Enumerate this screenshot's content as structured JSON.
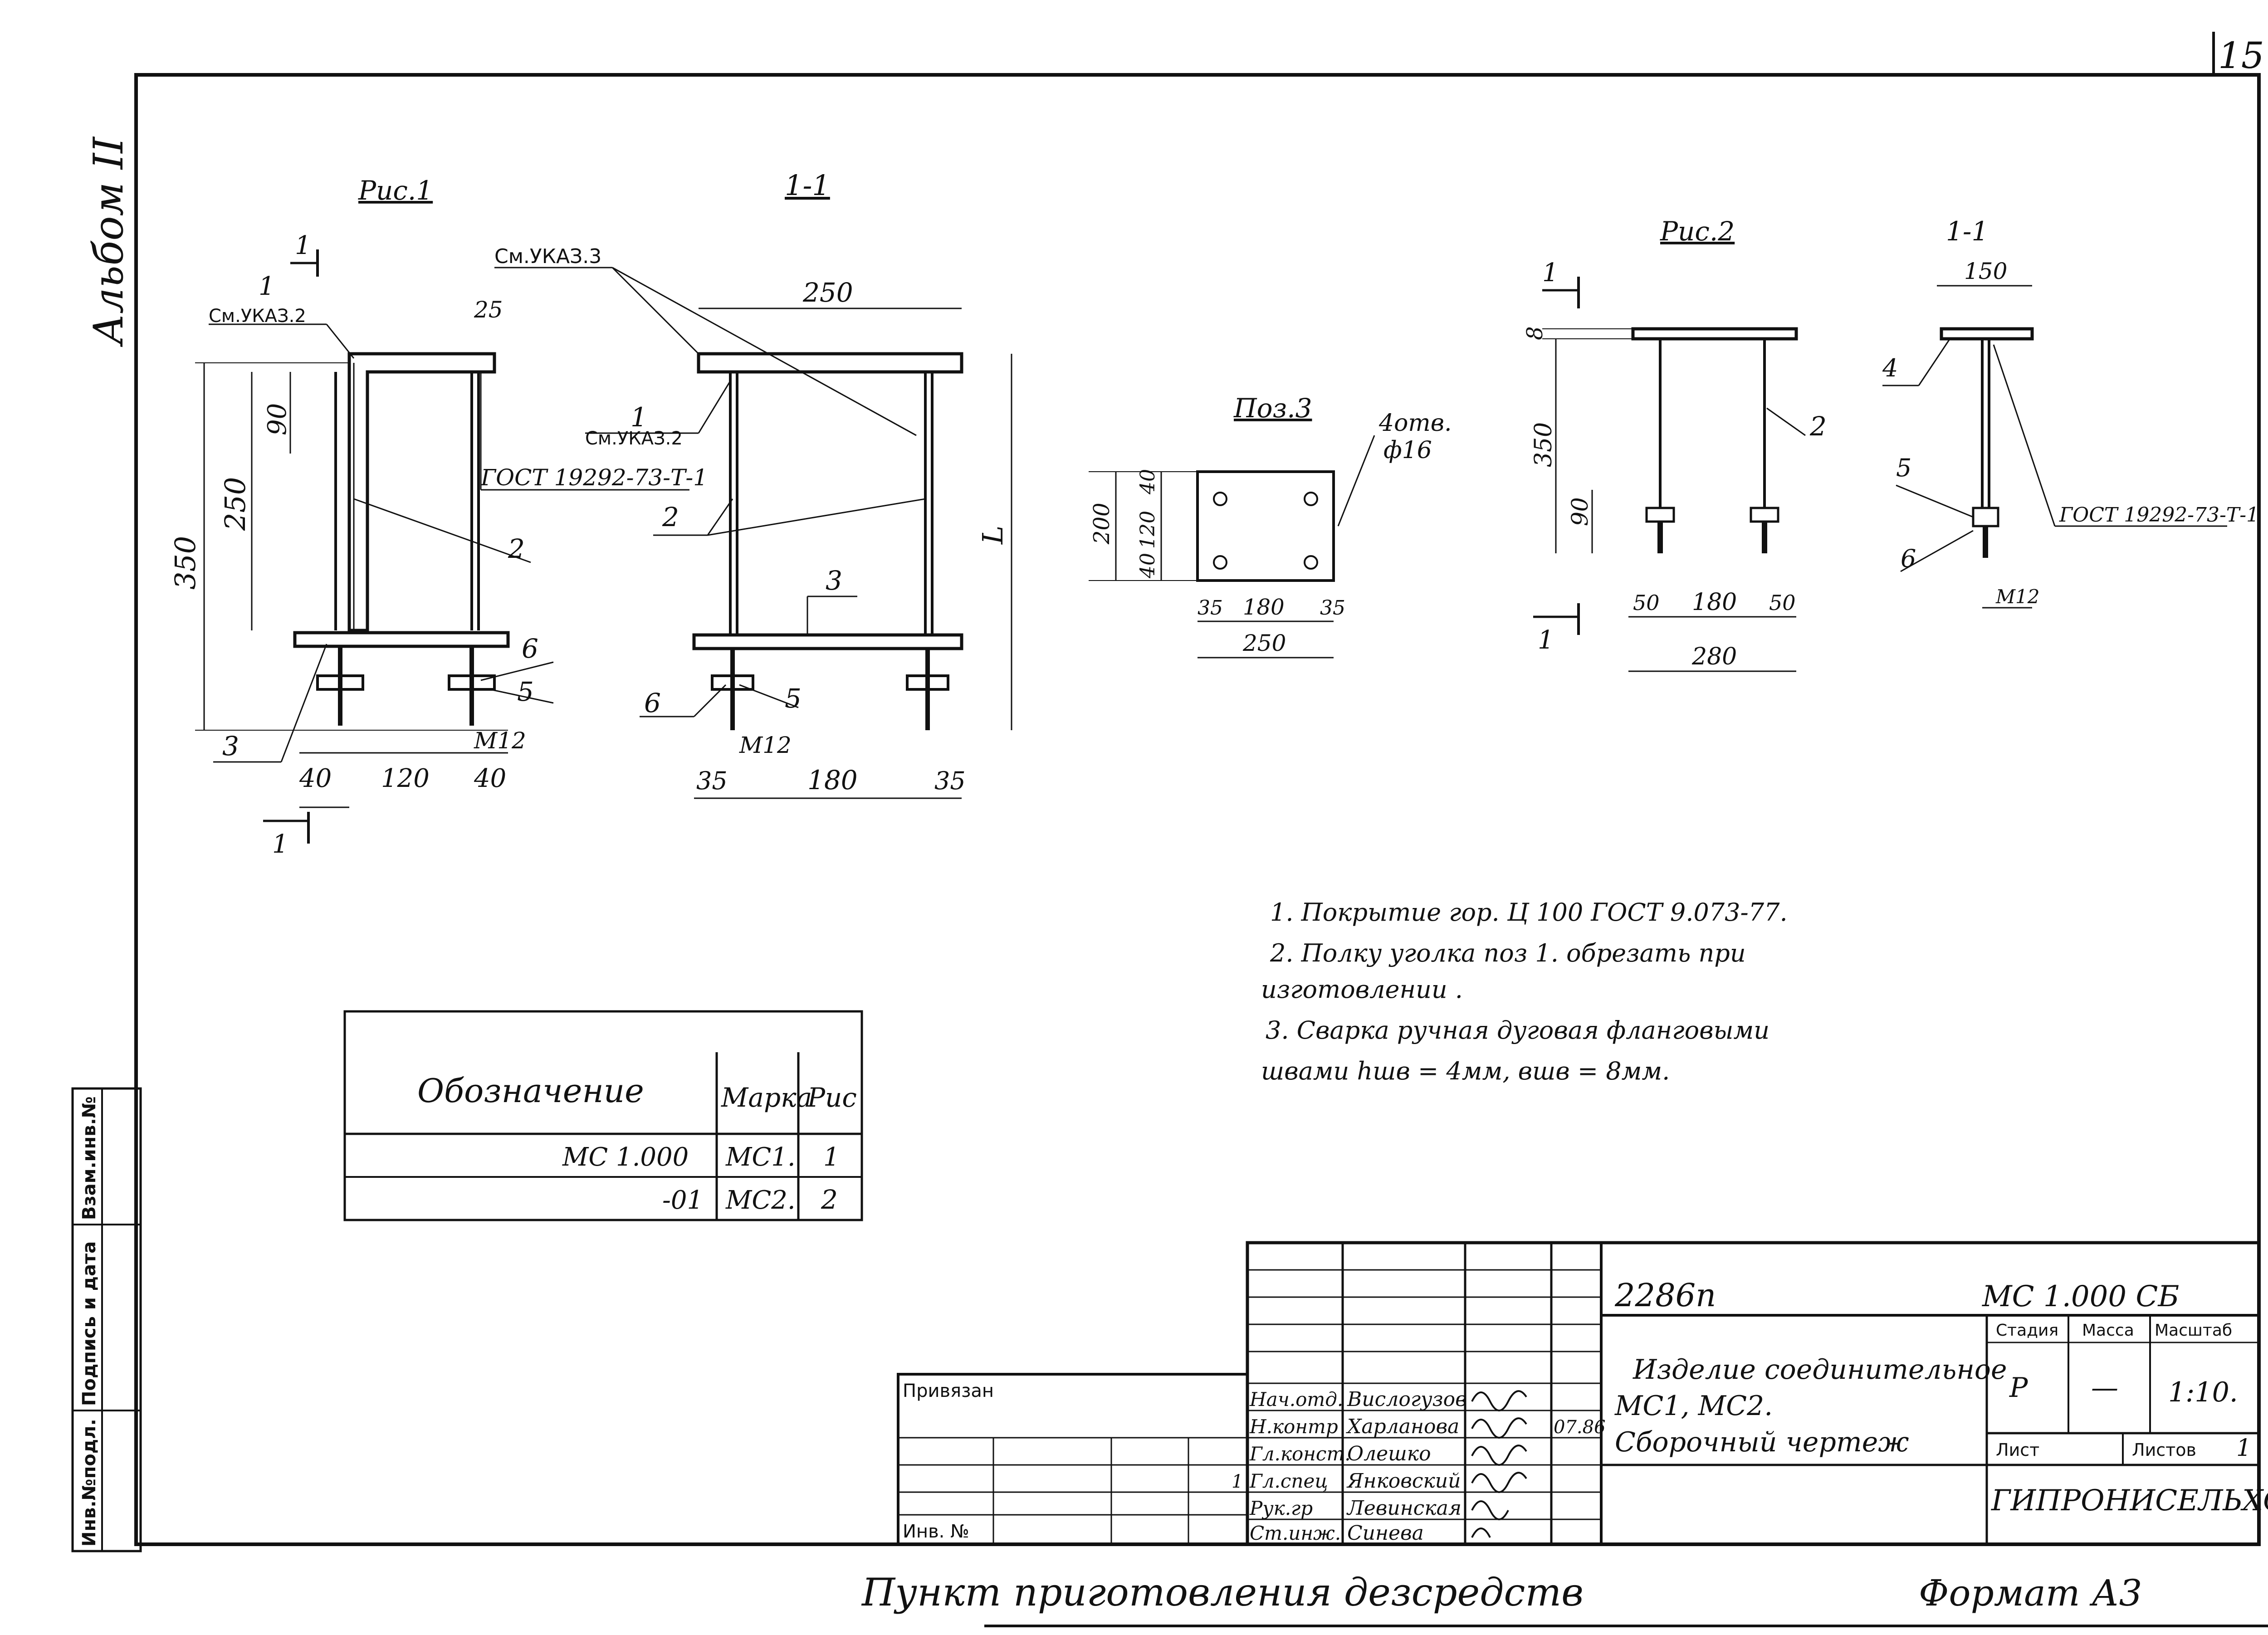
{
  "sheet": {
    "page_number": "15",
    "album": "Альбом II"
  },
  "fig1": {
    "title": "Рис.1",
    "section_marks": [
      "1",
      "1"
    ],
    "dims": [
      "25",
      "90",
      "250",
      "350",
      "40",
      "120",
      "40"
    ],
    "callouts": {
      "see_note2": "См.УКАЗ.2",
      "pos1": "1",
      "see_note3": "См.УКАЗ.3",
      "gost": "ГОСТ 19292-73-Т-1",
      "pos2": "2",
      "pos3": "3",
      "pos5": "5",
      "pos6": "6",
      "thread": "М12"
    }
  },
  "section11": {
    "title": "1-1",
    "dims": [
      "250",
      "35",
      "180",
      "35"
    ],
    "callouts": {
      "pos1": "1",
      "see_note2": "См.УКАЗ.2",
      "pos2": "2",
      "pos3": "3",
      "pos5": "5",
      "pos6": "6",
      "thread": "М12",
      "L": "L"
    }
  },
  "pos3": {
    "title": "Поз.3",
    "holes": "4отв.",
    "diam": "ф16",
    "dims": [
      "40",
      "120",
      "40",
      "200",
      "35",
      "180",
      "35",
      "250"
    ]
  },
  "fig2": {
    "title": "Рис.2",
    "section_marks": [
      "1",
      "1"
    ],
    "dims": [
      "8",
      "350",
      "90",
      "50",
      "180",
      "50",
      "280"
    ],
    "callouts": {
      "pos2": "2"
    }
  },
  "section11b": {
    "title": "1-1",
    "dims": [
      "150",
      "М12"
    ],
    "callouts": {
      "pos4": "4",
      "pos5": "5",
      "pos6": "6",
      "gost": "ГОСТ 19292-73-Т-1"
    }
  },
  "notes": [
    "1. Покрытие гор. Ц 100 ГОСТ 9.073-77.",
    "2. Полку уголка поз 1. обрезать при",
    "изготовлении .",
    "3. Сварка ручная дуговая фланговыми",
    "швами hшв = 4мм, вшв = 8мм."
  ],
  "spec_table": {
    "headers": [
      "Обозначение",
      "Марка",
      "Рис"
    ],
    "rows": [
      [
        "МС 1.000",
        "МС1.",
        "1"
      ],
      [
        "-01",
        "МС2.",
        "2"
      ]
    ]
  },
  "side_stamp": [
    "Инв.№подл.",
    "Подпись и дата",
    "Взам.инв.№"
  ],
  "title_block": {
    "project_code": "2286п",
    "doc_code": "МС 1.000 СБ",
    "title_lines": [
      "Изделие соединительное",
      "МС1, МС2.",
      "Сборочный чертеж"
    ],
    "stage_header": "Стадия",
    "mass_header": "Масса",
    "scale_header": "Масштаб",
    "stage": "Р",
    "mass": "—",
    "scale": "1:10.",
    "sheet_label": "Лист",
    "sheets_label": "Листов",
    "sheets": "1",
    "organization": "ГИПРОНИСЕЛЬХОЗ",
    "bound_label": "Привязан",
    "inv_label": "Инв. №",
    "roles": [
      "Нач.отд.",
      "Н.контр",
      "Гл.конст.",
      "Гл.спец",
      "Рук.гр",
      "Ст.инж."
    ],
    "names": [
      "Вислогузов",
      "Харланова",
      "Олешко",
      "Янковский",
      "Левинская",
      "Синева"
    ],
    "date": "07.86",
    "sheet_count_small": "1"
  },
  "footer": {
    "handwritten": "Пункт приготовления дезсредств",
    "format": "Формат А3"
  }
}
